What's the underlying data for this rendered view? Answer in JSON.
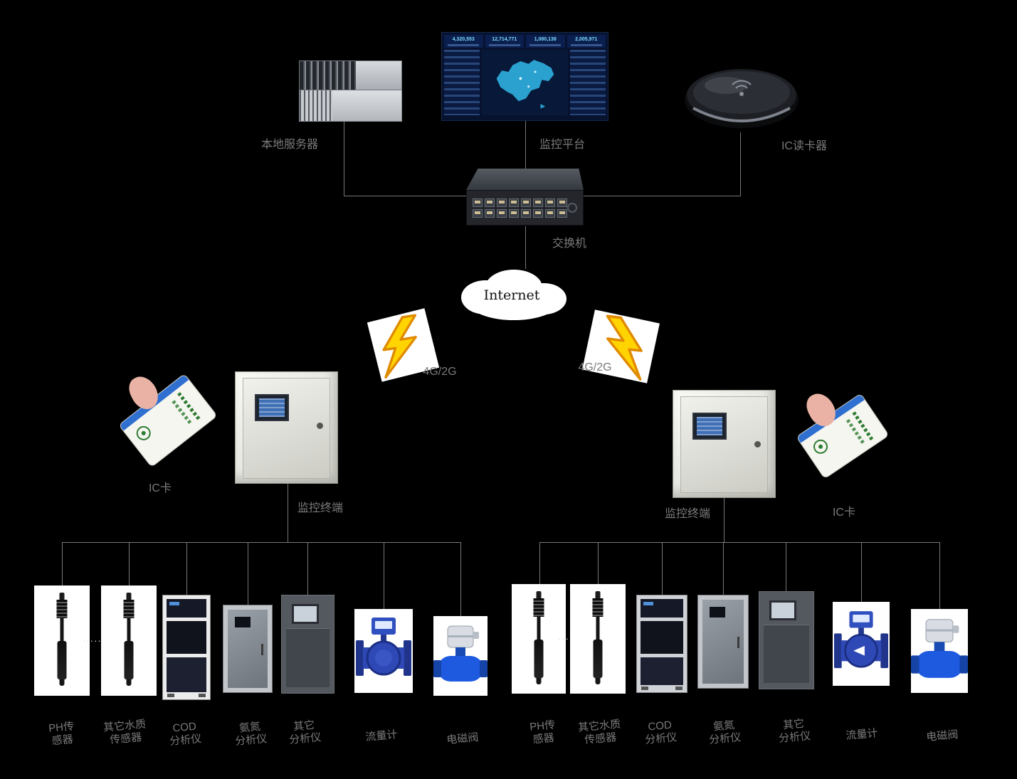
{
  "diagram": {
    "top": {
      "local_server_label": "本地服务器",
      "monitor_platform_label": "监控平台",
      "ic_reader_label": "IC读卡器"
    },
    "middle": {
      "switch_label": "交换机",
      "internet_label": "Internet",
      "wireless_left_label": "4G/2G",
      "wireless_right_label": "4G/2G"
    },
    "terminals": {
      "ic_card_left_label": "IC卡",
      "terminal_left_label": "监控终端",
      "terminal_right_label": "监控终端",
      "ic_card_right_label": "IC卡"
    },
    "dashboard": {
      "stats": [
        "4,320,553",
        "12,714,771",
        "1,080,138",
        "2,005,971"
      ]
    },
    "ellipsis": "······",
    "device_labels_left": [
      "PH传\n感器",
      "其它水质\n传感器",
      "COD\n分析仪",
      "氨氮\n分析仪",
      "其它\n分析仪",
      "流量计",
      "电磁阀"
    ],
    "device_labels_right": [
      "PH传\n感器",
      "其它水质\n传感器",
      "COD\n分析仪",
      "氨氮\n分析仪",
      "其它\n分析仪",
      "流量计",
      "电磁阀"
    ],
    "colors": {
      "background": "#000000",
      "connector": "#787878",
      "label": "#7a7a7a",
      "bolt_yellow": "#ffd400",
      "flow_meter_blue": "#2e49b5",
      "valve_blue": "#1e5ae0"
    }
  }
}
